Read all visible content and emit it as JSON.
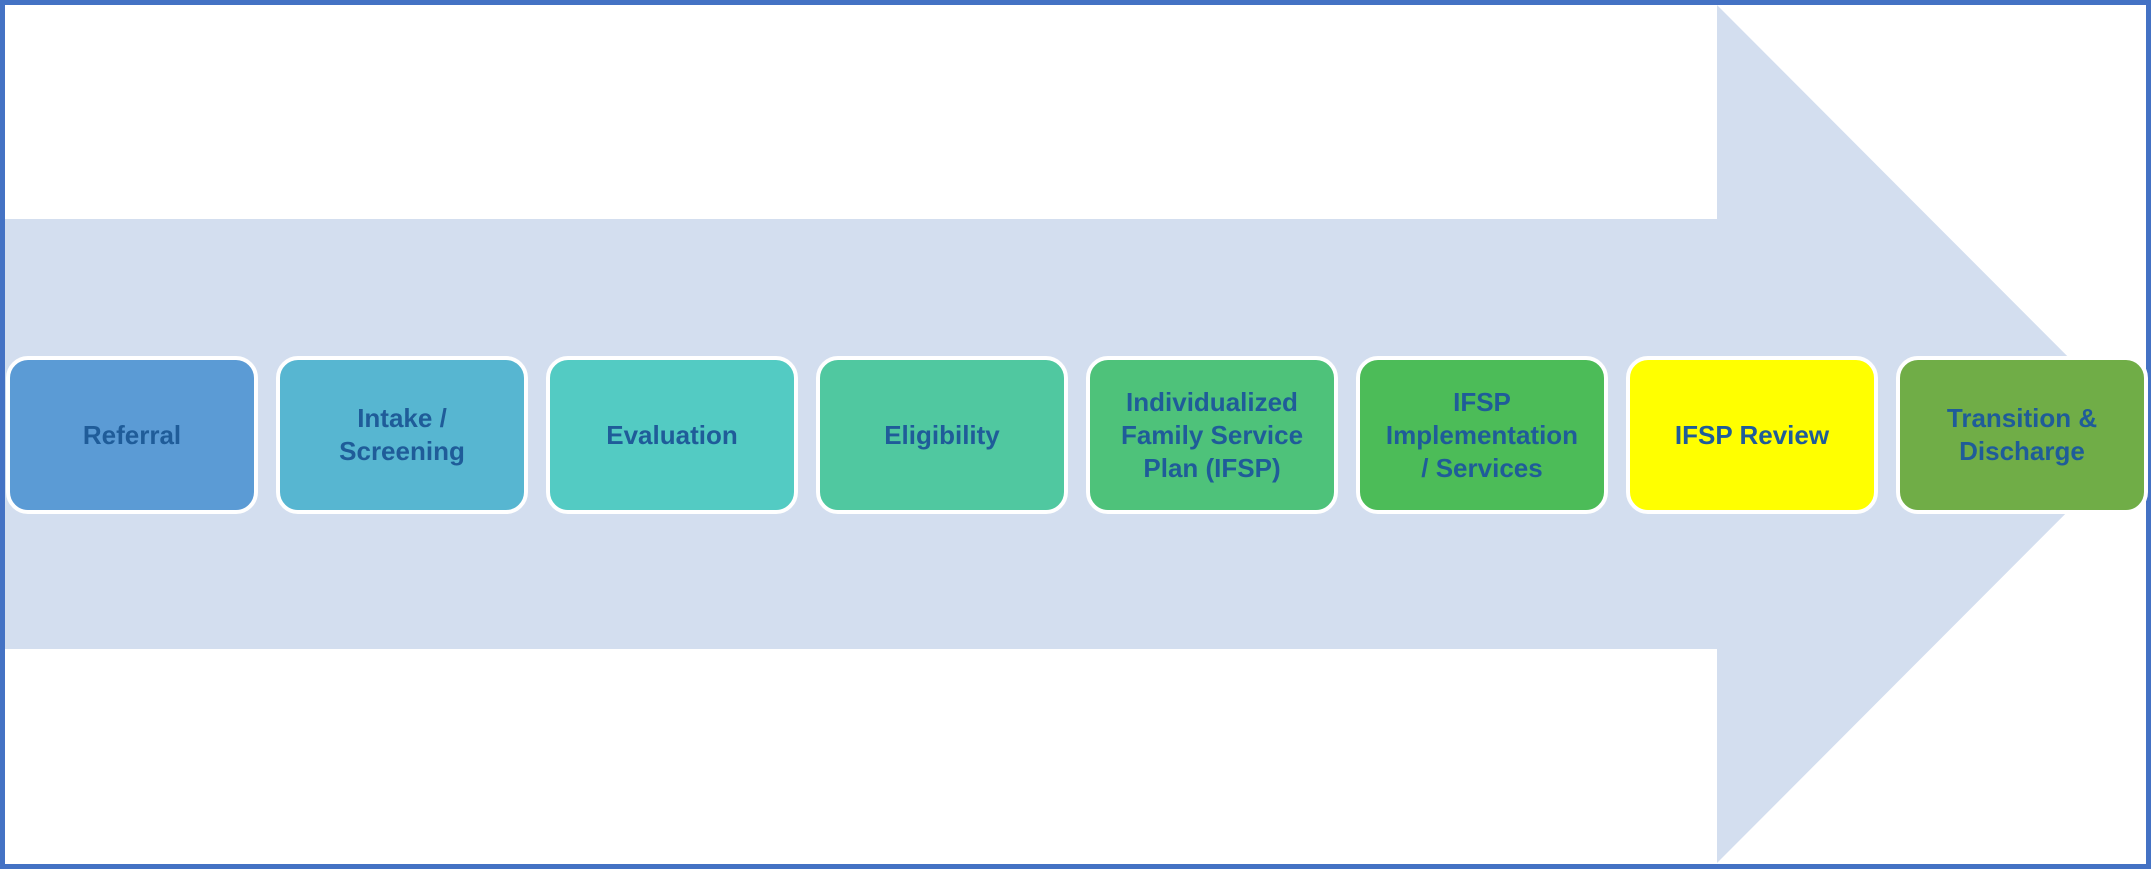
{
  "diagram": {
    "frame_color": "#4472C4",
    "arrow_color": "#D3DEEF",
    "steps": [
      {
        "label": "Referral",
        "color": "#5B9BD5"
      },
      {
        "label": "Intake /\nScreening",
        "color": "#57B6D1"
      },
      {
        "label": "Evaluation",
        "color": "#53CBC3"
      },
      {
        "label": "Eligibility",
        "color": "#50C8A0"
      },
      {
        "label": "Individualized\nFamily Service\nPlan (IFSP)",
        "color": "#4EC27A"
      },
      {
        "label": "IFSP\nImplementation\n/ Services",
        "color": "#4CBC58"
      },
      {
        "label": "IFSP Review",
        "color": "#FFFF00"
      },
      {
        "label": "Transition &\nDischarge",
        "color": "#70AD47"
      }
    ]
  }
}
